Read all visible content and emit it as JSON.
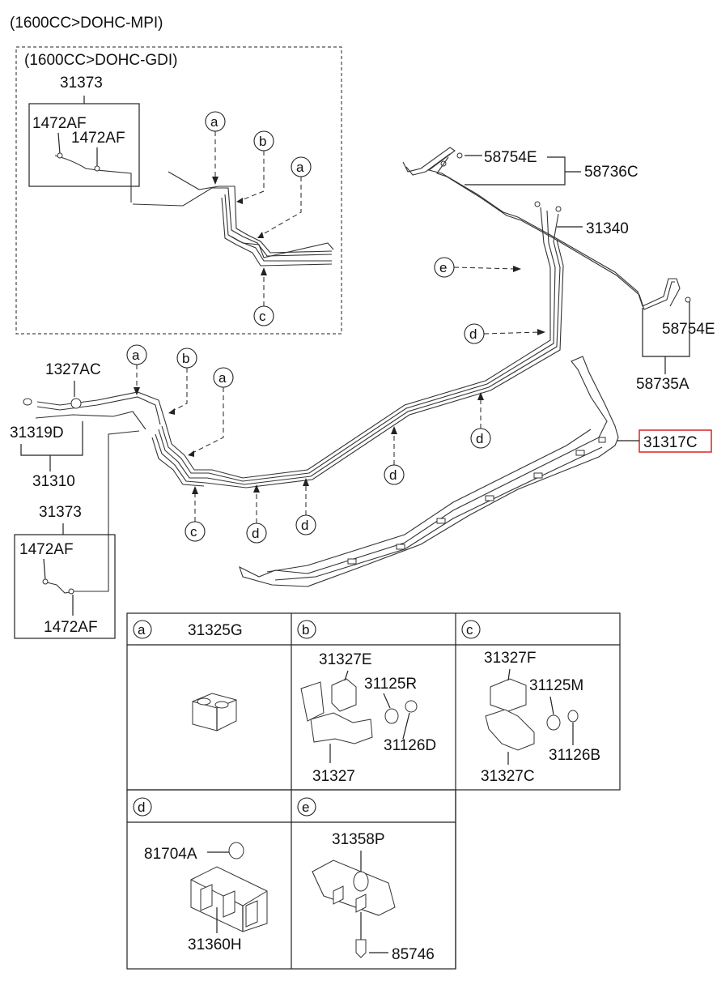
{
  "diagram": {
    "header": "(1600CC>DOHC-MPI)",
    "inset_header": "(1600CC>DOHC-GDI)",
    "highlight_color": "#e03030",
    "highlighted_part": "31317C",
    "labels": {
      "p31373_top": "31373",
      "p1472AF_a": "1472AF",
      "p1472AF_b": "1472AF",
      "p58754E_top": "58754E",
      "p58736C": "58736C",
      "p31340": "31340",
      "p58754E_right": "58754E",
      "p58735A": "58735A",
      "p31317C": "31317C",
      "p1327AC": "1327AC",
      "p31319D": "31319D",
      "p31310": "31310",
      "p31373_mid": "31373",
      "p1472AF_c": "1472AF",
      "p1472AF_d": "1472AF"
    },
    "callout_letters": {
      "a": "a",
      "b": "b",
      "c": "c",
      "d": "d",
      "e": "e"
    },
    "table": {
      "cell_a": {
        "letter": "a",
        "part": "31325G"
      },
      "cell_b": {
        "letter": "b",
        "parts": [
          "31327E",
          "31125R",
          "31126D",
          "31327"
        ]
      },
      "cell_c": {
        "letter": "c",
        "parts": [
          "31327F",
          "31125M",
          "31126B",
          "31327C"
        ]
      },
      "cell_d": {
        "letter": "d",
        "parts": [
          "81704A",
          "31360H"
        ]
      },
      "cell_e": {
        "letter": "e",
        "parts": [
          "31358P",
          "85746"
        ]
      }
    }
  }
}
